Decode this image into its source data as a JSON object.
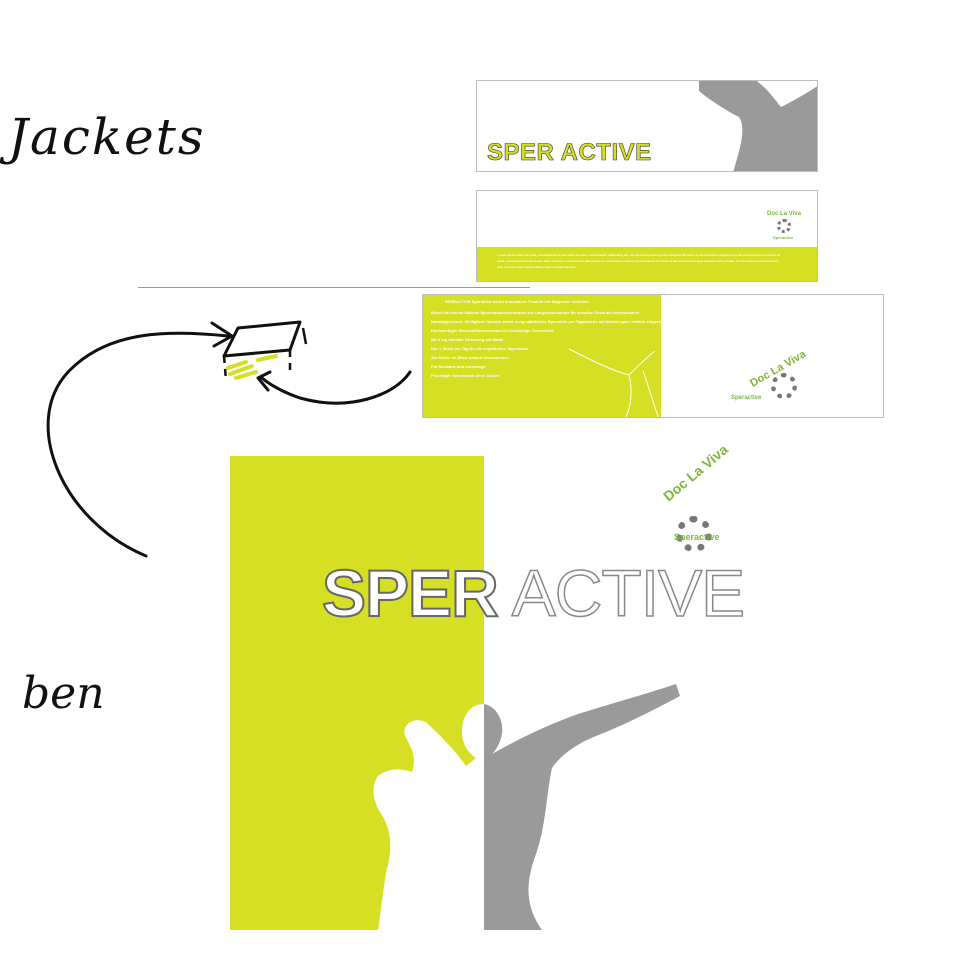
{
  "sketch": {
    "label_top": "Jackets",
    "label_bottom": "ben"
  },
  "brand": {
    "title_part1": "SPER",
    "title_part2": "ACTIVE",
    "title_compact": "SPER ACTIVE",
    "logo_arc": "Doc La Viva",
    "logo_sub": "Speractive",
    "accent_color": "#d6df24",
    "gray_color": "#9a9a9a",
    "logo_green": "#7cb83a"
  },
  "flyer": {
    "intro": "SPERACTIVE Spermidin ist ein innovatives Produkt mit folgenden Vorteilen:",
    "lines": [
      "Bietet die höchst lösliche Spermidinkonzentration zur Langzeitaufnahme für dieselbe Dosis an Unternommen",
      "Neuaufgeschaut: 30 tägliche Sachets bietet 4-mg natürliches Spermidin pro Tagesdosis auf können ganz einfach eingenommen werden",
      "Hochwertiges Wirkstoffkonzentration für beständige Gesundheit",
      "Mit 4 mg höchste Sicherung am Markt",
      "Nur 1 Stück pro Tag für die empfohlene Tagesdosis",
      "Als Pulver im Stick einfach einzunehmen",
      "Für Schwanz und unterwegs",
      "Fruchtiger Geschmack ohne Zucker"
    ]
  },
  "banner2": {
    "small_text_1": "Lorem ipsum dolor sit amet, consectetuer ipsum dolor sit amet, consectetuer adipiscing elit, sed lipsum nonummy nibh euismod tincidunt ut laoreet dolore magna el ipsum wisi lorem ipsum dolor sit",
    "small_text_2": "amet, consectetuer lorem ipsum dolor sit amet, consectetuer adipiscing elit, sed diam nonummy nibh euismod tincidunt ut laoreet dolore magna aliquam erat volutpat. Ut wisi enim ad minim veniam",
    "small_text_3": "quis nostrud exerci tation ullamcorper suscipit lobortis"
  }
}
